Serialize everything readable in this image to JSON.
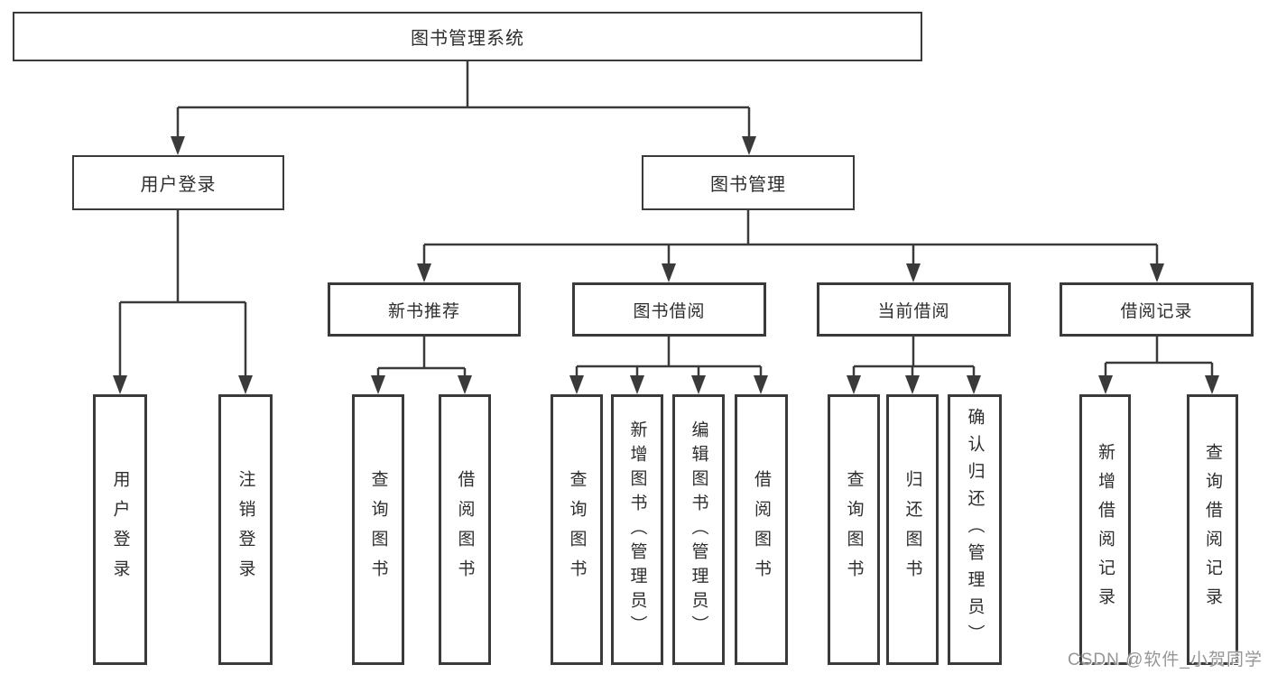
{
  "diagram": {
    "root": {
      "label": "图书管理系统"
    },
    "branches": [
      {
        "label": "用户登录",
        "children": [
          {
            "label": "用户登录"
          },
          {
            "label": "注销登录"
          }
        ]
      },
      {
        "label": "图书管理",
        "children": [
          {
            "label": "新书推荐",
            "children": [
              {
                "label": "查询图书"
              },
              {
                "label": "借阅图书"
              }
            ]
          },
          {
            "label": "图书借阅",
            "children": [
              {
                "label": "查询图书"
              },
              {
                "label": "新增图书（管理员）"
              },
              {
                "label": "编辑图书（管理员）"
              },
              {
                "label": "借阅图书"
              }
            ]
          },
          {
            "label": "当前借阅",
            "children": [
              {
                "label": "查询图书"
              },
              {
                "label": "归还图书"
              },
              {
                "label": "确认归还（管理员）"
              }
            ]
          },
          {
            "label": "借阅记录",
            "children": [
              {
                "label": "新增借阅记录"
              },
              {
                "label": "查询借阅记录"
              }
            ]
          }
        ]
      }
    ]
  },
  "watermark": {
    "text": "CSDN @软件_小贺同学"
  },
  "colors": {
    "line": "#3a3a3a",
    "box_border": "#3a3a3a",
    "text": "#2e2e2e",
    "background": "#ffffff",
    "watermark": "#969696"
  }
}
